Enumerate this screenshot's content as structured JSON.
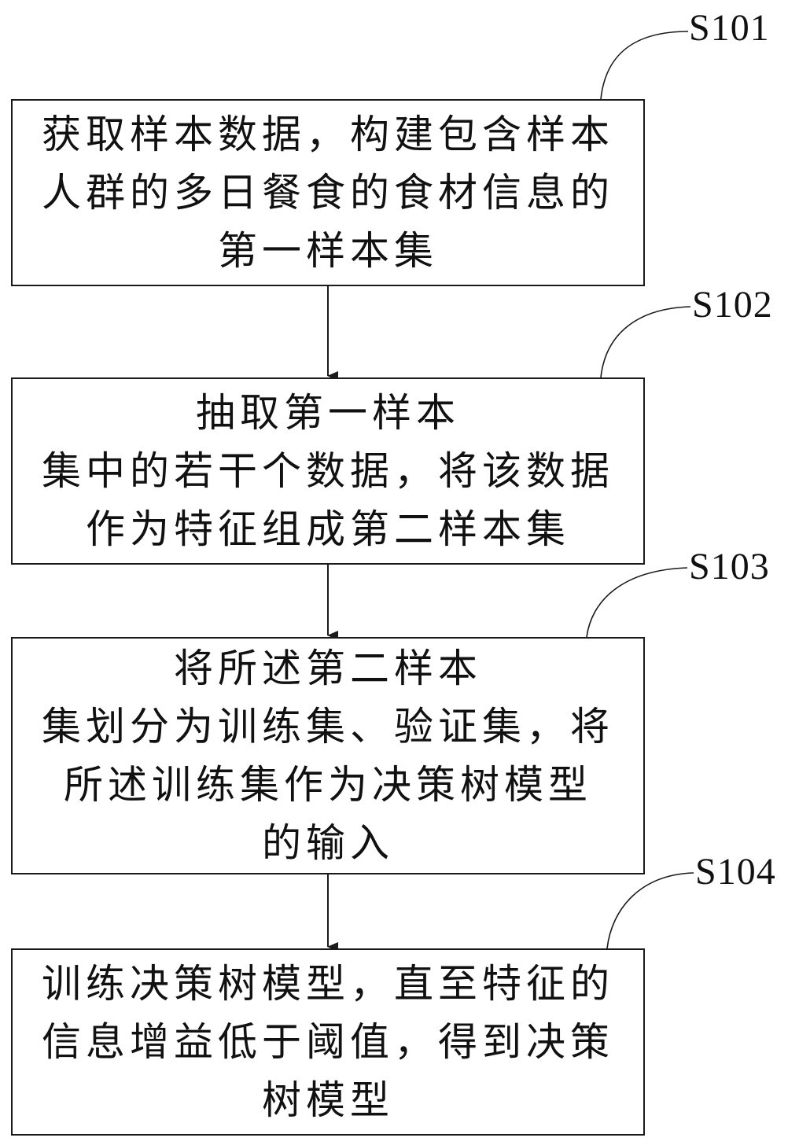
{
  "steps": [
    {
      "id": "S101",
      "lines": [
        "获取样本数据，构建包含样本",
        "人群的多日餐食的食材信息的",
        "第一样本集"
      ]
    },
    {
      "id": "S102",
      "lines": [
        "抽取第一样本",
        "集中的若干个数据，将该数据",
        "作为特征组成第二样本集"
      ]
    },
    {
      "id": "S103",
      "lines": [
        "将所述第二样本",
        "集划分为训练集、验证集，将",
        "所述训练集作为决策树模型",
        "的输入"
      ]
    },
    {
      "id": "S104",
      "lines": [
        "训练决策树模型，直至特征的",
        "信息增益低于阈值，得到决策",
        "树模型"
      ]
    }
  ],
  "colors": {
    "stroke": "#1a1a1a",
    "text": "#111111",
    "background": "#ffffff"
  }
}
